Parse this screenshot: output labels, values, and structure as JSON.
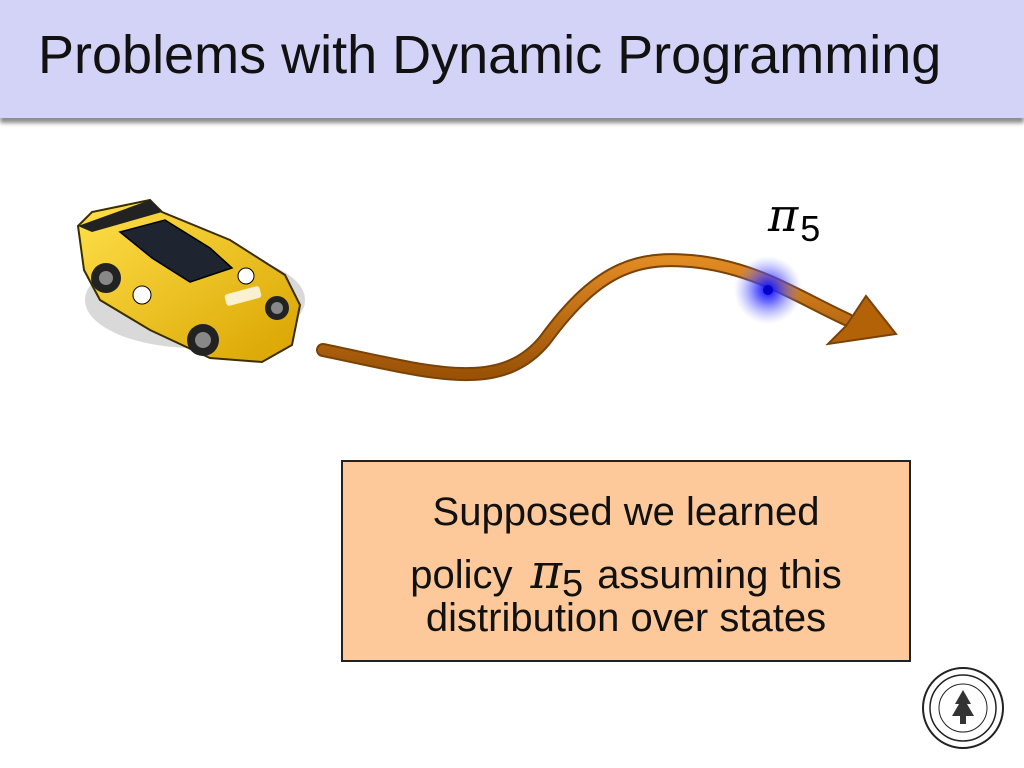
{
  "slide": {
    "title": "Problems with Dynamic Programming",
    "pi_label": {
      "symbol": "π",
      "subscript": "5"
    },
    "note": {
      "line1": "Supposed we learned",
      "line2_before": "policy",
      "line2_symbol": "π",
      "line2_subscript": "5",
      "line2_after": "assuming this",
      "line3": "distribution over states"
    }
  },
  "colors": {
    "title_bar": "#d3d2f7",
    "arrow": "#c46c0a",
    "note_box": "#fdc99a",
    "state_glow": "#1a1aff",
    "car_body": "#f2c31a"
  },
  "icons": {
    "car": "race-car-icon",
    "seal": "university-seal-icon",
    "arrow": "trajectory-arrow-icon",
    "glow": "state-distribution-glow-icon"
  }
}
